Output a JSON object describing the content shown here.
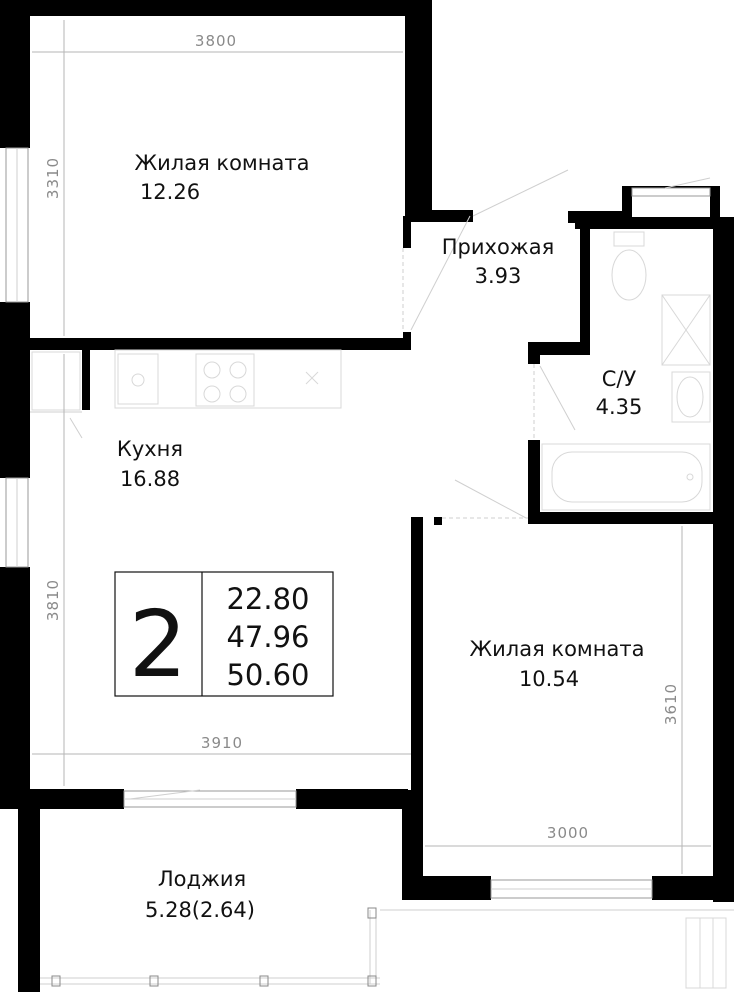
{
  "rooms": {
    "living1": {
      "name": "Жилая комната",
      "area": "12.26"
    },
    "hall": {
      "name": "Прихожая",
      "area": "3.93"
    },
    "bath": {
      "name": "С/У",
      "area": "4.35"
    },
    "kitchen": {
      "name": "Кухня",
      "area": "16.88"
    },
    "living2": {
      "name": "Жилая комната",
      "area": "10.54"
    },
    "loggia": {
      "name": "Лоджия",
      "area": "5.28(2.64)"
    }
  },
  "dimensions": {
    "living1_width": "3800",
    "living1_height": "3310",
    "kitchen_width": "3910",
    "kitchen_height": "3810",
    "living2_width": "3000",
    "living2_height": "3610"
  },
  "summary": {
    "rooms_count": "2",
    "living_area": "22.80",
    "total_area": "47.96",
    "total_with_loggia": "50.60"
  }
}
